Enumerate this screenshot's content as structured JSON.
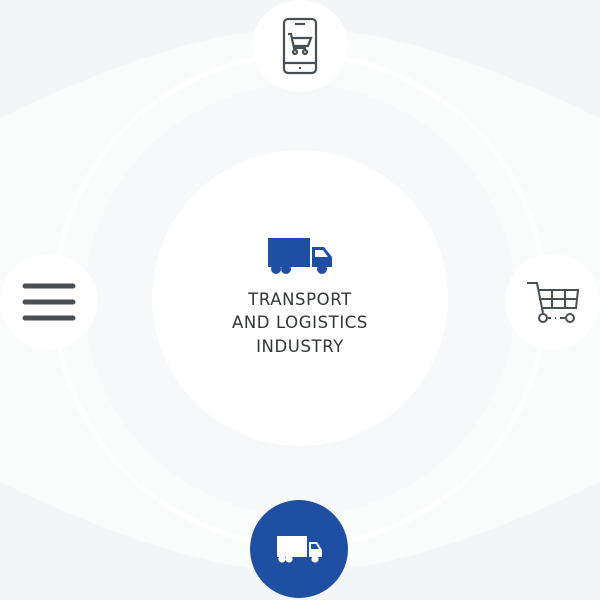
{
  "diagram": {
    "title_lines": [
      "TRANSPORT",
      "AND LOGISTICS",
      "INDUSTRY"
    ],
    "center_icon": "truck-icon",
    "nodes": [
      {
        "position": "top",
        "icon": "mobile-shopping-cart-icon"
      },
      {
        "position": "right",
        "icon": "shopping-cart-icon"
      },
      {
        "position": "bottom",
        "icon": "truck-icon",
        "active": true
      },
      {
        "position": "left",
        "icon": "menu-icon"
      }
    ]
  },
  "colors": {
    "background": "#f3f5f7",
    "accent_blue": "#1f4fa3",
    "icon_gray": "#4a4f54",
    "text_dark": "#333638",
    "white": "#ffffff"
  }
}
